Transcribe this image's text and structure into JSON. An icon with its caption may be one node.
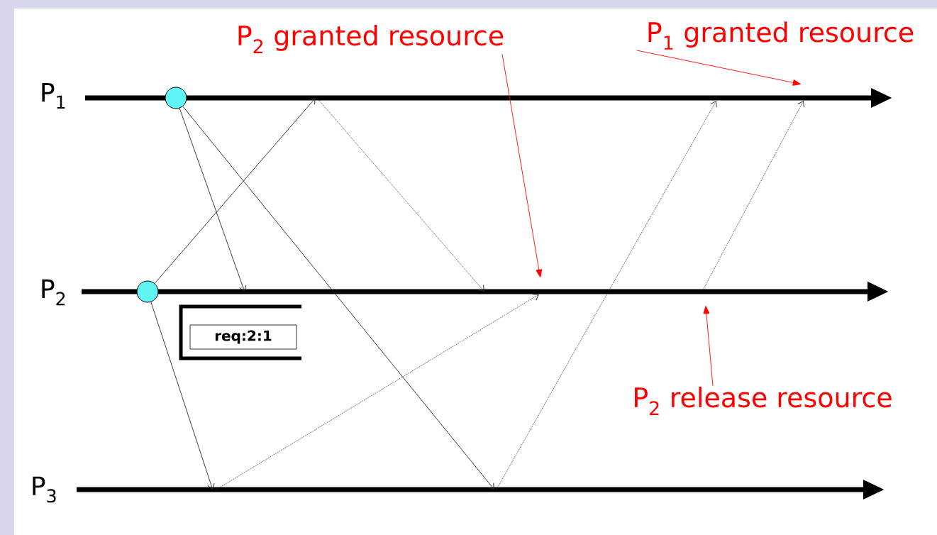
{
  "diagram": {
    "nodes": [
      {
        "text": [
          "P$_{2}$ granted resource"
        ]
      },
      {
        "text": [
          "P$_{1}$ granted resource"
        ]
      },
      {
        "text": [
          "P$_{1}$"
        ]
      },
      {
        "text": [],
        "shape": "circle",
        "in": 2
      },
      {
        "text": [
          "P$_{2}$"
        ]
      },
      {
        "text": [],
        "shape": "circle",
        "in": 4
      },
      {
        "text": [
          "req:2:1"
        ]
      },
      {
        "text": [
          "P$_{2}$ release resource"
        ]
      },
      {
        "text": [
          "P$_{3}$"
        ]
      }
    ],
    "edges": [
      {
        "from": 3,
        "to": 4,
        "arrow": "to"
      },
      {
        "from": 3,
        "to": 8,
        "arrow": "to"
      },
      {
        "from": 5,
        "to": 2,
        "arrow": "to"
      },
      {
        "from": 5,
        "to": 8,
        "arrow": "to"
      },
      {
        "from": 2,
        "to": 4,
        "arrow": "to",
        "style": "dashed"
      },
      {
        "from": 8,
        "to": 4,
        "arrow": "to",
        "style": "dashed"
      },
      {
        "from": 8,
        "to": 2,
        "arrow": "to",
        "style": "dashed"
      },
      {
        "from": 4,
        "to": 2,
        "arrow": "to",
        "style": "dashed"
      },
      {
        "from": 0,
        "to": 4,
        "arrow": "to",
        "color": "#ff0000"
      },
      {
        "from": 1,
        "to": 2,
        "arrow": "to",
        "color": "#ff0000"
      },
      {
        "from": 7,
        "to": 4,
        "arrow": "to",
        "color": "#ff0000"
      }
    ]
  }
}
